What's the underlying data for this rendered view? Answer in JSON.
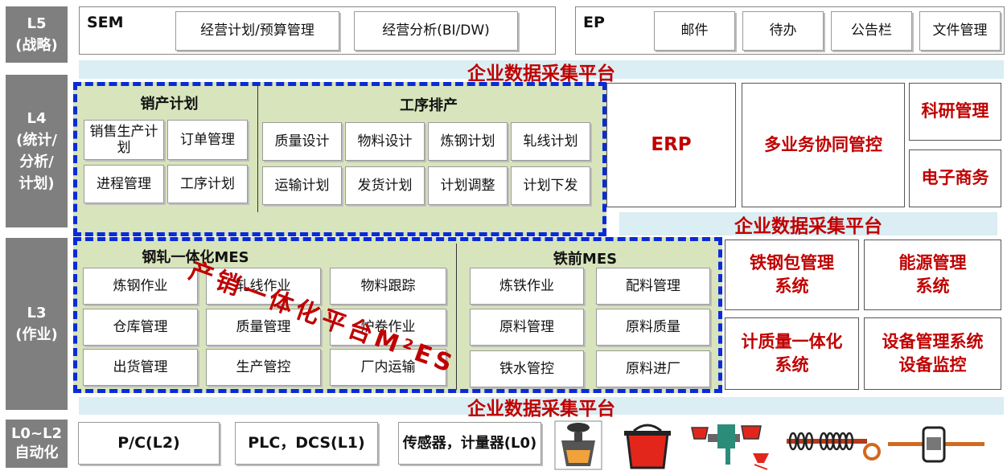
{
  "levels": {
    "l5": [
      "L5",
      "(战略)"
    ],
    "l4": [
      "L4",
      "(统计/",
      "分析/",
      "计划)"
    ],
    "l3": [
      "L3",
      "(作业)"
    ],
    "l0": [
      "L0~L2",
      "自动化"
    ]
  },
  "sem": {
    "label": "SEM",
    "items": [
      "经营计划/预算管理",
      "经营分析(BI/DW)"
    ]
  },
  "ep": {
    "label": "EP",
    "items": [
      "邮件",
      "待办",
      "公告栏",
      "文件管理"
    ]
  },
  "platform_label": "企业数据采集平台",
  "sales_plan": {
    "title": "销产计划",
    "items": [
      "销售生产计划",
      "订单管理",
      "进程管理",
      "工序计划"
    ]
  },
  "process_schedule": {
    "title": "工序排产",
    "items": [
      "质量设计",
      "物料设计",
      "炼钢计划",
      "轧线计划",
      "运输计划",
      "发货计划",
      "计划调整",
      "计划下发"
    ]
  },
  "right_l4": {
    "erp": "ERP",
    "collab": "多业务协同管控",
    "rd": "科研管理",
    "ecommerce": "电子商务"
  },
  "integration_label": "产销一体化平台M²ES",
  "steel_mes": {
    "title": "钢轧一体化MES",
    "items": [
      "炼钢作业",
      "轧线作业",
      "物料跟踪",
      "仓库管理",
      "质量管理",
      "炉卷作业",
      "出货管理",
      "生产管控",
      "厂内运输"
    ]
  },
  "iron_mes": {
    "title": "铁前MES",
    "items": [
      "炼铁作业",
      "配料管理",
      "原料管理",
      "原料质量",
      "铁水管控",
      "原料进厂"
    ]
  },
  "right_l3": {
    "ladle": [
      "铁钢包管理",
      "系统"
    ],
    "energy": [
      "能源管理",
      "系统"
    ],
    "metering": [
      "计质量一体化",
      "系统"
    ],
    "equipment": [
      "设备管理系统",
      "设备监控"
    ]
  },
  "automation": {
    "items": [
      "P/C(L2)",
      "PLC，DCS(L1)",
      "传感器，计量器(L0)"
    ]
  },
  "colors": {
    "accent_red": "#c00000",
    "dash_blue": "#0a2bd6",
    "band": "#daeef3",
    "green": "#d8e4bc",
    "level_gray": "#7f7f7f"
  }
}
